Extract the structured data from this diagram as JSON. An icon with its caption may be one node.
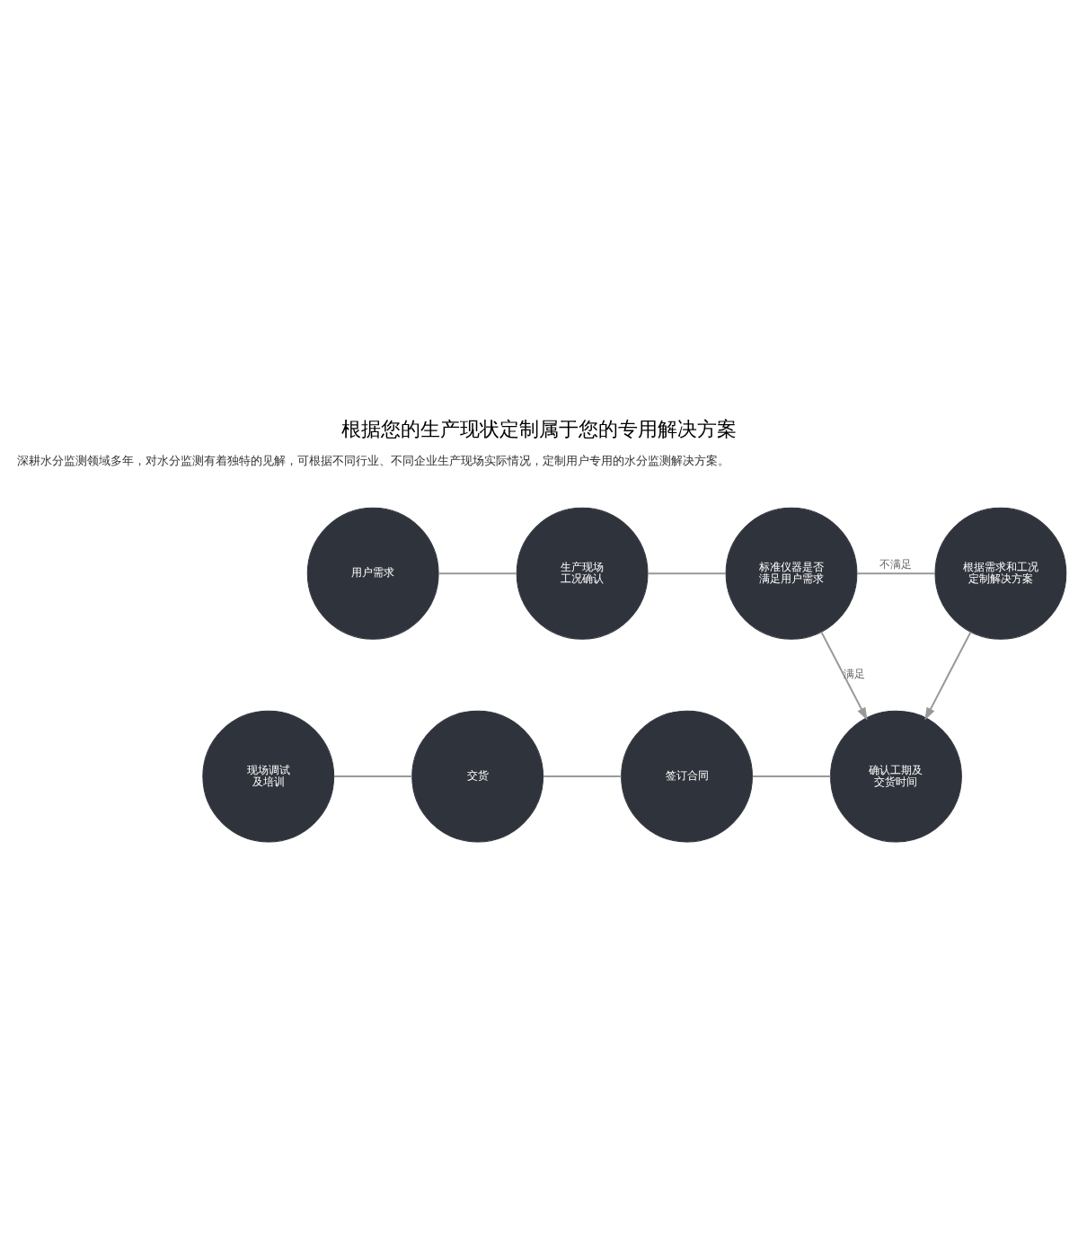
{
  "diagram": {
    "title": "根据您的生产现状定制属于您的专用解决方案",
    "nodes": [
      {
        "text": [
          "用户需求"
        ]
      },
      {
        "text": [
          "生产现场工况确认"
        ]
      },
      {
        "text": [
          "标准仪器是否满足用户需求"
        ]
      },
      {
        "text": [
          "根据需求和工况定制解决方案"
        ]
      },
      {
        "text": [
          "现场调试及培训"
        ]
      },
      {
        "text": [
          "交货"
        ]
      },
      {
        "text": [
          "签订合同"
        ]
      },
      {
        "text": [
          "确认工期及交货时间"
        ]
      }
    ],
    "edges": [
      {
        "from": 0,
        "to": 1,
        "arrow": "none"
      },
      {
        "from": 1,
        "to": 2,
        "arrow": "none"
      },
      {
        "from": 2,
        "to": 3,
        "arrow": "none",
        "label": "不满足"
      },
      {
        "from": 3,
        "to": 7,
        "arrow": "to"
      },
      {
        "from": 2,
        "to": 7,
        "arrow": "to",
        "label": "满足"
      },
      {
        "from": 7,
        "to": 6,
        "arrow": "none"
      },
      {
        "from": 6,
        "to": 5,
        "arrow": "none"
      },
      {
        "from": 5,
        "to": 4,
        "arrow": "none"
      }
    ],
    "labels": [
      "深耕水分监测领域多年，对水分监测有着独特的见解，可根据不同行业、不同企业生产现场实际情况，定制用户专用的水分监测解决方案。"
    ]
  }
}
